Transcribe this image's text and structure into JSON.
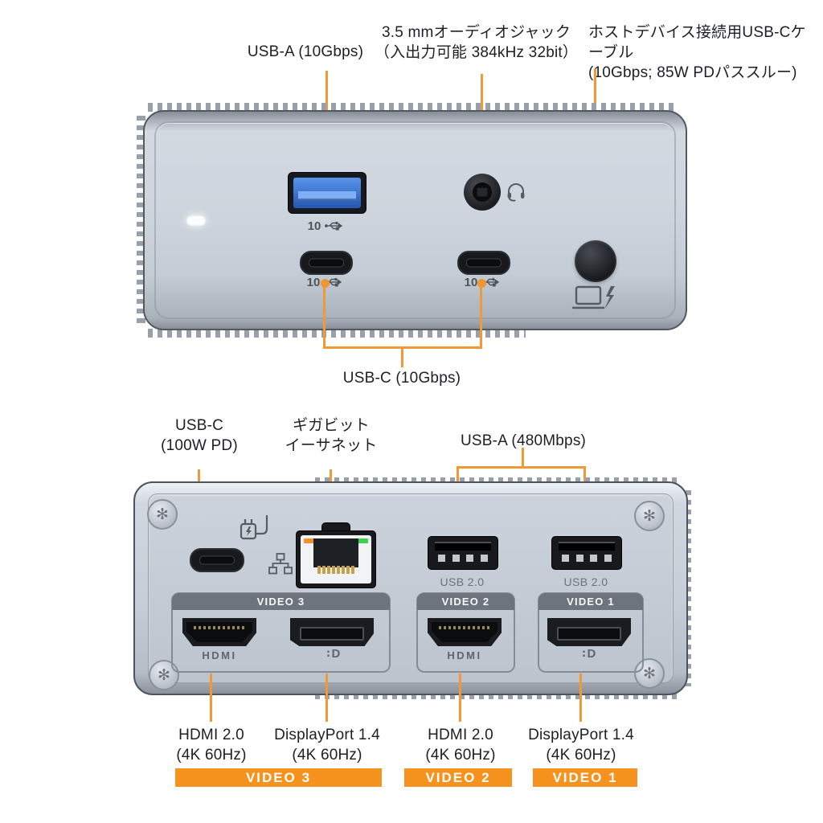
{
  "accent": {
    "line": "#F19A35",
    "banner": "#F6921E"
  },
  "front": {
    "label_usb_a": "USB-A (10Gbps)",
    "label_audio_1": "3.5 mmオーディオジャック",
    "label_audio_2": "（入出力可能 384kHz 32bit）",
    "label_host_1": "ホストデバイス接続用USB-Cケーブル",
    "label_host_2": "(10Gbps; 85W PDパススルー)",
    "label_usb_c": "USB-C (10Gbps)",
    "speed_mark": "10"
  },
  "rear": {
    "label_usb_c_1": "USB-C",
    "label_usb_c_2": "(100W PD)",
    "label_eth_1": "ギガビット",
    "label_eth_2": "イーサネット",
    "label_usb_a": "USB-A (480Mbps)",
    "usb20_labels": [
      "USB 2.0",
      "USB 2.0"
    ],
    "panels": [
      {
        "title": "VIDEO 3"
      },
      {
        "title": "VIDEO 2"
      },
      {
        "title": "VIDEO 1"
      }
    ],
    "hdmi_logo": "HDMI",
    "dp_mark": "∶",
    "dp_letter": "D",
    "bottom_labels": [
      {
        "l1": "HDMI 2.0",
        "l2": "(4K 60Hz)"
      },
      {
        "l1": "DisplayPort 1.4",
        "l2": "(4K 60Hz)"
      },
      {
        "l1": "HDMI 2.0",
        "l2": "(4K 60Hz)"
      },
      {
        "l1": "DisplayPort 1.4",
        "l2": "(4K 60Hz)"
      }
    ],
    "banners": [
      "VIDEO 3",
      "VIDEO 2",
      "VIDEO 1"
    ]
  }
}
